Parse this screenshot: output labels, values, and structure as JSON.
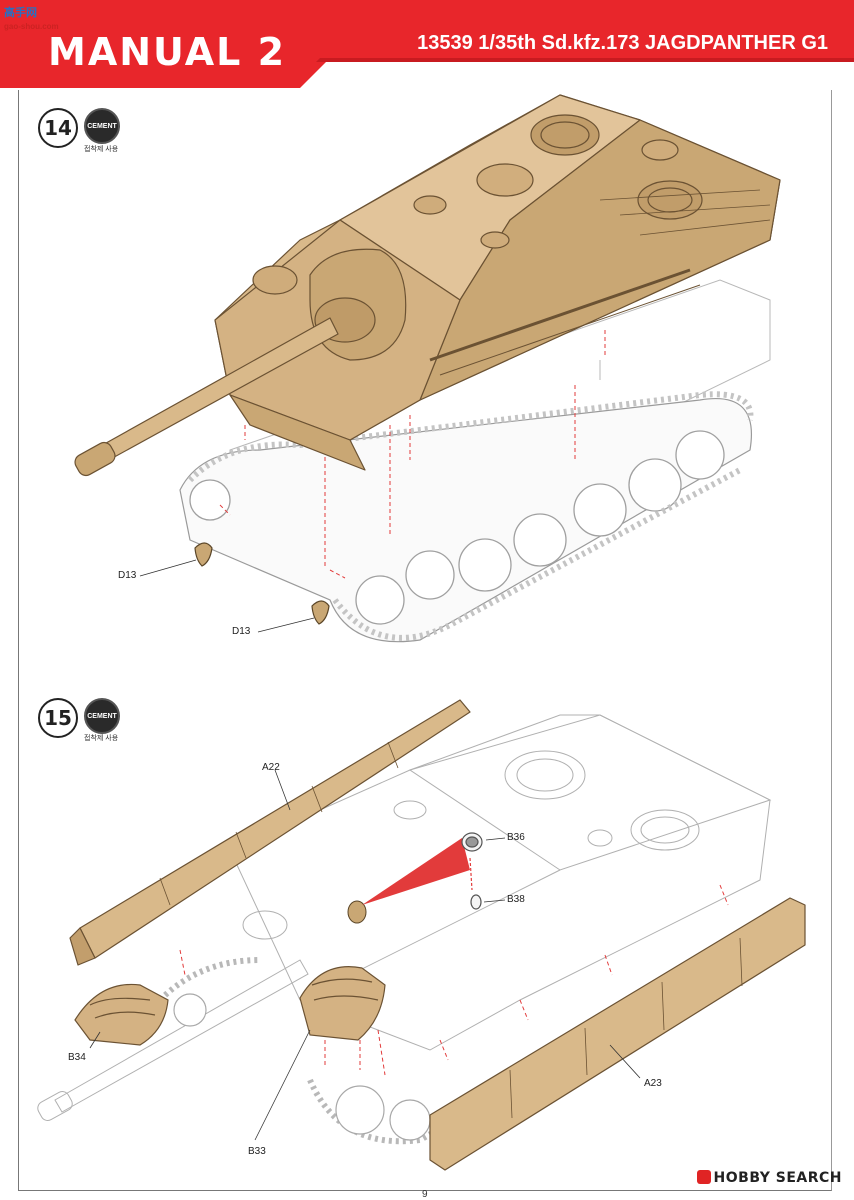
{
  "header": {
    "title": "MANUAL 2",
    "subtitle": "13539 1/35th Sd.kfz.173 JAGDPANTHER G1",
    "accent_color": "#e8262b"
  },
  "watermark": {
    "text": "高手网",
    "url_text": "gao-shou.com"
  },
  "steps": [
    {
      "number": "14",
      "badge": "CEMENT",
      "badge_caption": "접착제 사용",
      "parts": [
        "D13",
        "D13"
      ]
    },
    {
      "number": "15",
      "badge": "CEMENT",
      "badge_caption": "접착제 사용",
      "parts": [
        "A22",
        "B36",
        "B38",
        "B34",
        "B33",
        "A23"
      ]
    }
  ],
  "footer": {
    "brand": "HOBBY SEARCH",
    "page_number": "9"
  }
}
